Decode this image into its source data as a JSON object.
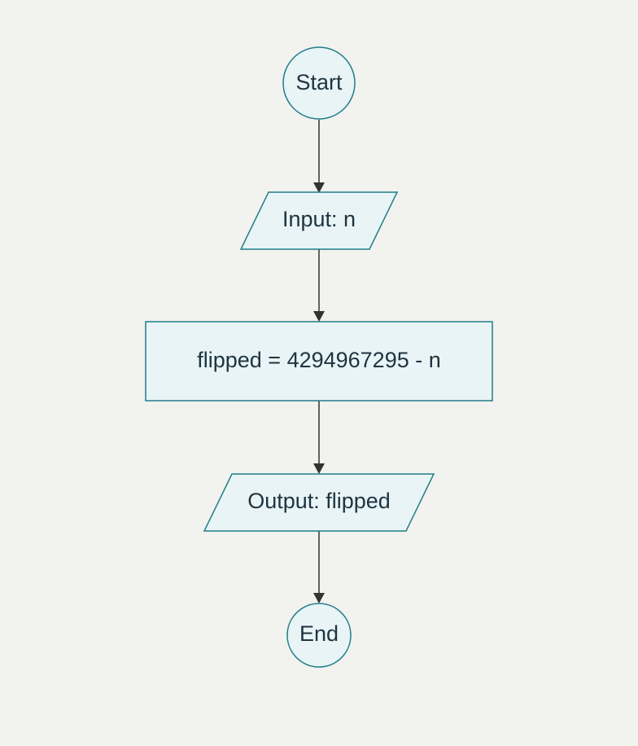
{
  "diagram": {
    "nodes": {
      "start": "Start",
      "input": "Input: n",
      "process": "flipped = 4294967295 - n",
      "output": "Output: flipped",
      "end": "End"
    },
    "colors": {
      "background": "#f2f2ee",
      "node_fill": "#e8f4f6",
      "node_stroke": "#217d8a",
      "edge": "#333333",
      "text": "#1e3440"
    }
  }
}
